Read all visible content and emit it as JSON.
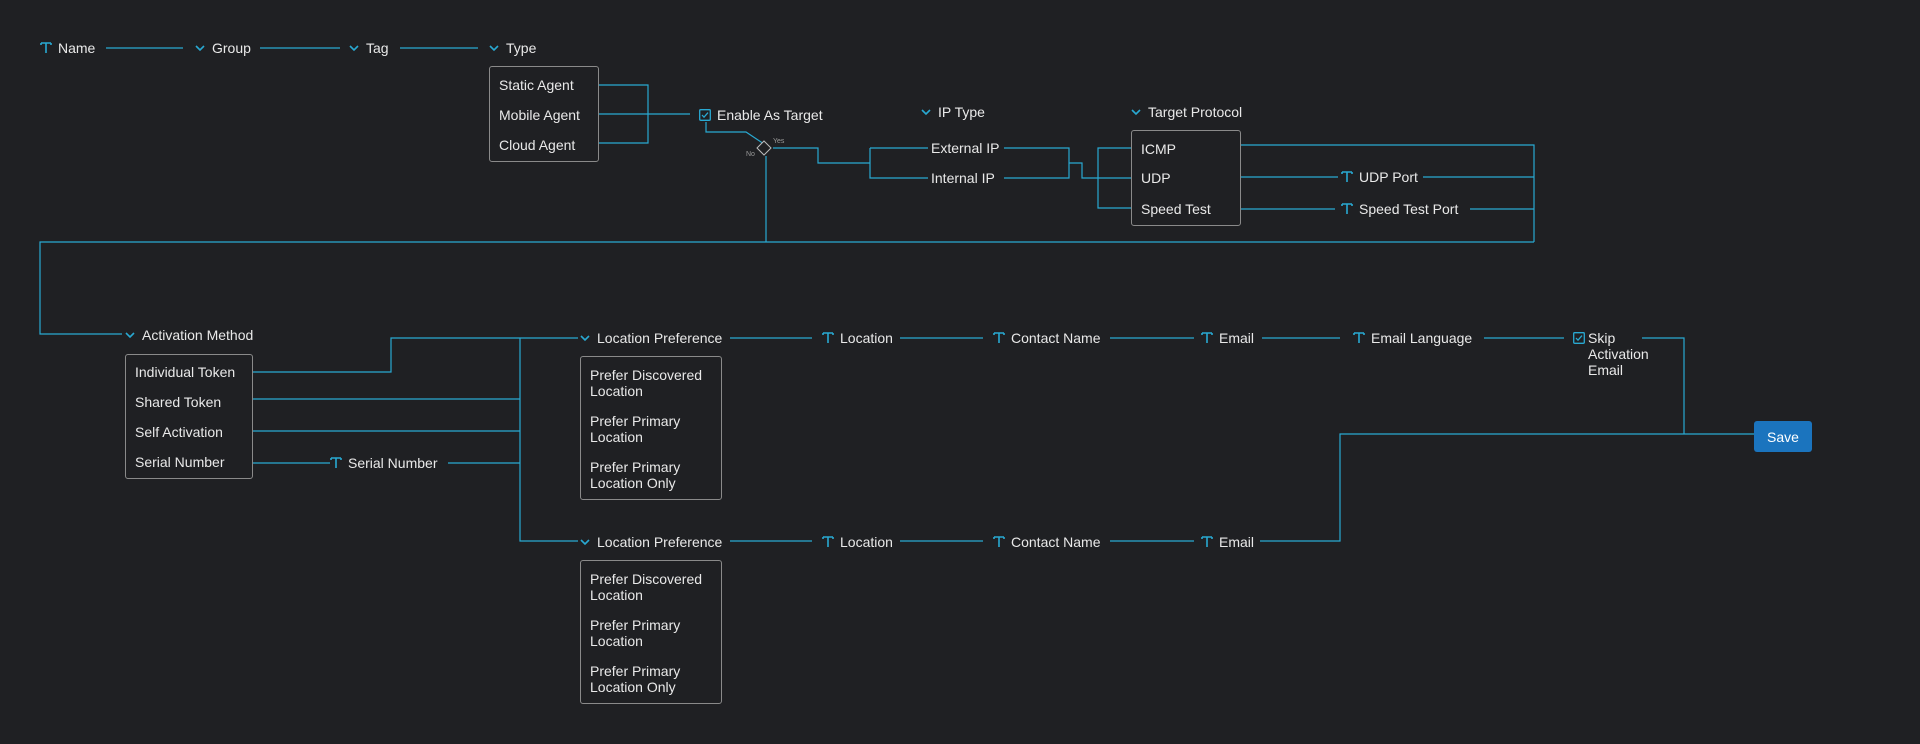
{
  "fields": {
    "name": "Name",
    "group": "Group",
    "tag": "Tag",
    "type": "Type",
    "enable_as_target": "Enable As Target",
    "ip_type": "IP Type",
    "target_protocol": "Target Protocol",
    "udp_port": "UDP Port",
    "speed_test_port": "Speed Test Port",
    "activation_method": "Activation Method",
    "serial_number": "Serial Number",
    "location_preference": "Location Preference",
    "location": "Location",
    "contact_name": "Contact Name",
    "email": "Email",
    "email_language": "Email Language",
    "skip_activation_email": [
      "Skip",
      "Activation",
      "Email"
    ]
  },
  "type_options": [
    "Static Agent",
    "Mobile Agent",
    "Cloud Agent"
  ],
  "ip_type_options": [
    "External IP",
    "Internal IP"
  ],
  "protocol_options": [
    "ICMP",
    "UDP",
    "Speed Test"
  ],
  "activation_options": [
    "Individual Token",
    "Shared Token",
    "Self Activation",
    "Serial Number"
  ],
  "location_pref_options": [
    "Prefer Discovered Location",
    "Prefer Primary Location",
    "Prefer Primary Location Only"
  ],
  "decision": {
    "yes": "Yes",
    "no": "No"
  },
  "save_label": "Save",
  "icons": {
    "text_field": "text-field-icon",
    "dropdown": "chevron-down-icon",
    "checkbox": "checkbox-checked-icon",
    "decision": "decision-diamond-icon"
  },
  "colors": {
    "background": "#1f2023",
    "connector": "#29a9d2",
    "accent": "#1b74be",
    "border": "#8a8a8a"
  }
}
